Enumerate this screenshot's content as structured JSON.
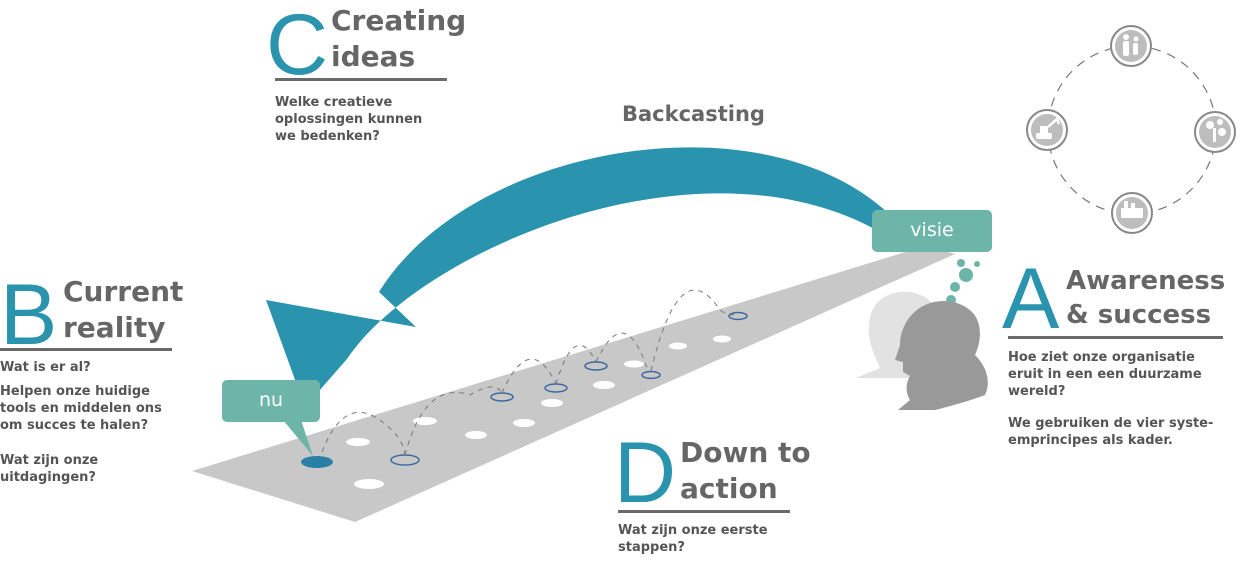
{
  "sections": {
    "a": {
      "letter": "A",
      "heading_line1": "Awareness",
      "heading_line2": "& success",
      "text1": "Hoe ziet onze organisatie eruit in een een duurzame wereld?",
      "text2": "We gebruiken de vier syste-emprincipes als kader."
    },
    "b": {
      "letter": "B",
      "heading_line1": "Current",
      "heading_line2": "reality",
      "text1": "Wat is er al?",
      "text2": "Helpen onze huidige tools en middelen ons om succes te halen?",
      "text3": "Wat zijn onze uitdagingen?"
    },
    "c": {
      "letter": "C",
      "heading_line1": "Creating",
      "heading_line2": "ideas",
      "text1": "Welke creatieve oplossingen kunnen we bedenken?"
    },
    "d": {
      "letter": "D",
      "heading_line1": "Down to",
      "heading_line2": "action",
      "text1": "Wat zijn onze eerste stappen?"
    }
  },
  "arrow_label": "Backcasting",
  "bubbles": {
    "start": "nu",
    "end": "visie"
  },
  "colors": {
    "accent": "#2a93ad",
    "teal_bubble": "#6cb5a8",
    "path": "#c8c8c8",
    "text": "#555555"
  },
  "icons": [
    "people-icon",
    "tree-icon",
    "factory-icon",
    "excavator-icon"
  ]
}
